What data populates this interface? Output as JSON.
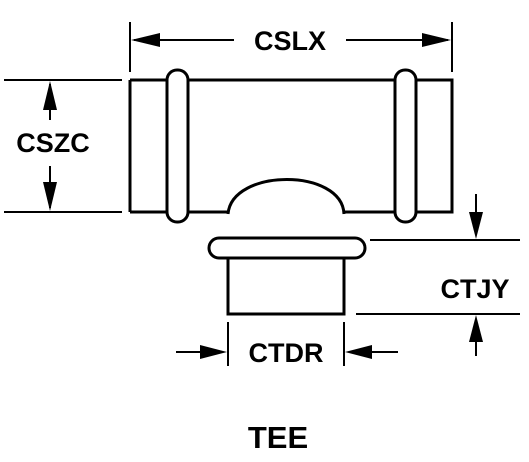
{
  "diagram": {
    "title": "TEE",
    "dimensions": {
      "cslx": "CSLX",
      "cszc": "CSZC",
      "ctjy": "CTJY",
      "ctdr": "CTDR"
    },
    "colors": {
      "line": "#000000",
      "background": "#ffffff"
    }
  }
}
